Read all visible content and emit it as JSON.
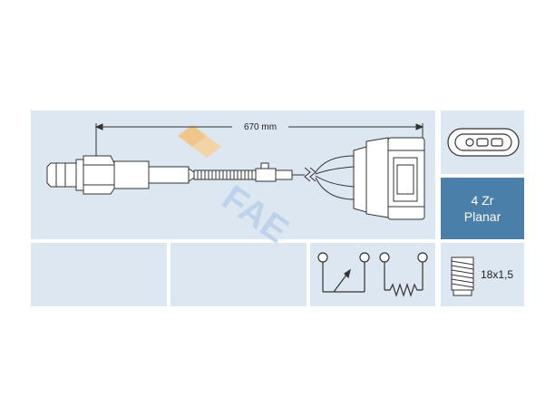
{
  "dimension": {
    "length_label": "670 mm"
  },
  "sensor_type": {
    "line1": "4 Zr",
    "line2": "Planar"
  },
  "thread": {
    "label": "18x1,5"
  },
  "watermark": {
    "brand": "FAE"
  },
  "colors": {
    "panel": "#dde7f2",
    "accent": "#4a7fa9",
    "line": "#333333",
    "watermark_orange": "#f4c27a",
    "watermark_blue": "#b9d0ea"
  },
  "icons": [
    "connector-plug-icon",
    "thermistor-symbol-icon",
    "heater-resistor-icon",
    "thread-icon"
  ]
}
